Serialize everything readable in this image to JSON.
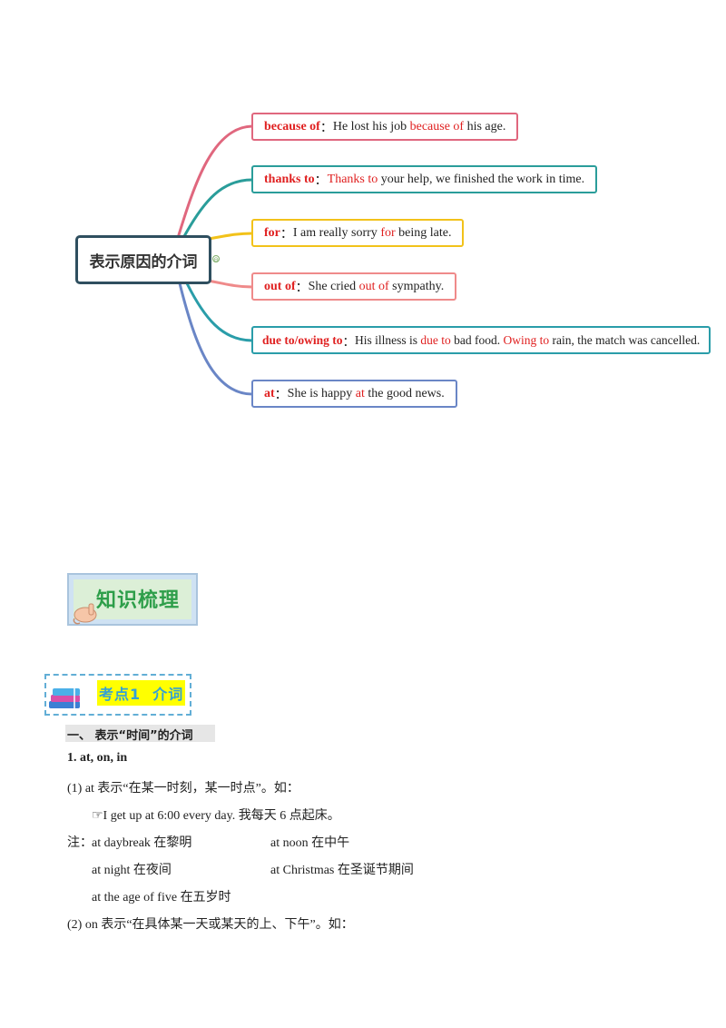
{
  "mindmap": {
    "center": "表示原因的介词",
    "collapse_symbol": "⊖",
    "branches": [
      {
        "kw": "because of",
        "sep": "：",
        "parts": [
          "He lost his job ",
          "because of",
          " his age."
        ],
        "color": "#e0677e"
      },
      {
        "kw": "thanks to",
        "sep": "：",
        "parts": [
          "",
          "Thanks to",
          " your help, we finished the work in time."
        ],
        "color": "#2a9d9a"
      },
      {
        "kw": "for",
        "sep": "：",
        "parts": [
          "I am really sorry ",
          "for",
          " being late."
        ],
        "color": "#f2c21a"
      },
      {
        "kw": "out of",
        "sep": "：",
        "parts": [
          "She cried ",
          "out of",
          " sympathy."
        ],
        "color": "#ef8a8a"
      },
      {
        "kw": "due to/owing to",
        "sep": "：",
        "parts": [
          "His illness is ",
          "due to",
          " bad food. ",
          "Owing to",
          " rain, the match was cancelled."
        ],
        "color": "#2a9da9"
      },
      {
        "kw": "at",
        "sep": "：",
        "parts": [
          "She is happy ",
          "at",
          " the good news."
        ],
        "color": "#6a86c6"
      }
    ]
  },
  "banner": {
    "title": "知识梳理"
  },
  "kaodian": {
    "label": "考点1  介词"
  },
  "section": {
    "heading": "一、  表示“时间”的介词",
    "sub1": "1. at, on, in",
    "p1": "(1) at 表示“在某一时刻，某一时点”。如：",
    "example1": "☞I get up at 6:00 every day. 我每天 6 点起床。",
    "note_label": "注：",
    "notes": [
      "at daybreak 在黎明",
      "at noon 在中午",
      "at night 在夜间",
      "at Christmas 在圣诞节期间",
      "at the age of five 在五岁时"
    ],
    "p2": "(2) on 表示“在具体某一天或某天的上、下午”。如："
  }
}
